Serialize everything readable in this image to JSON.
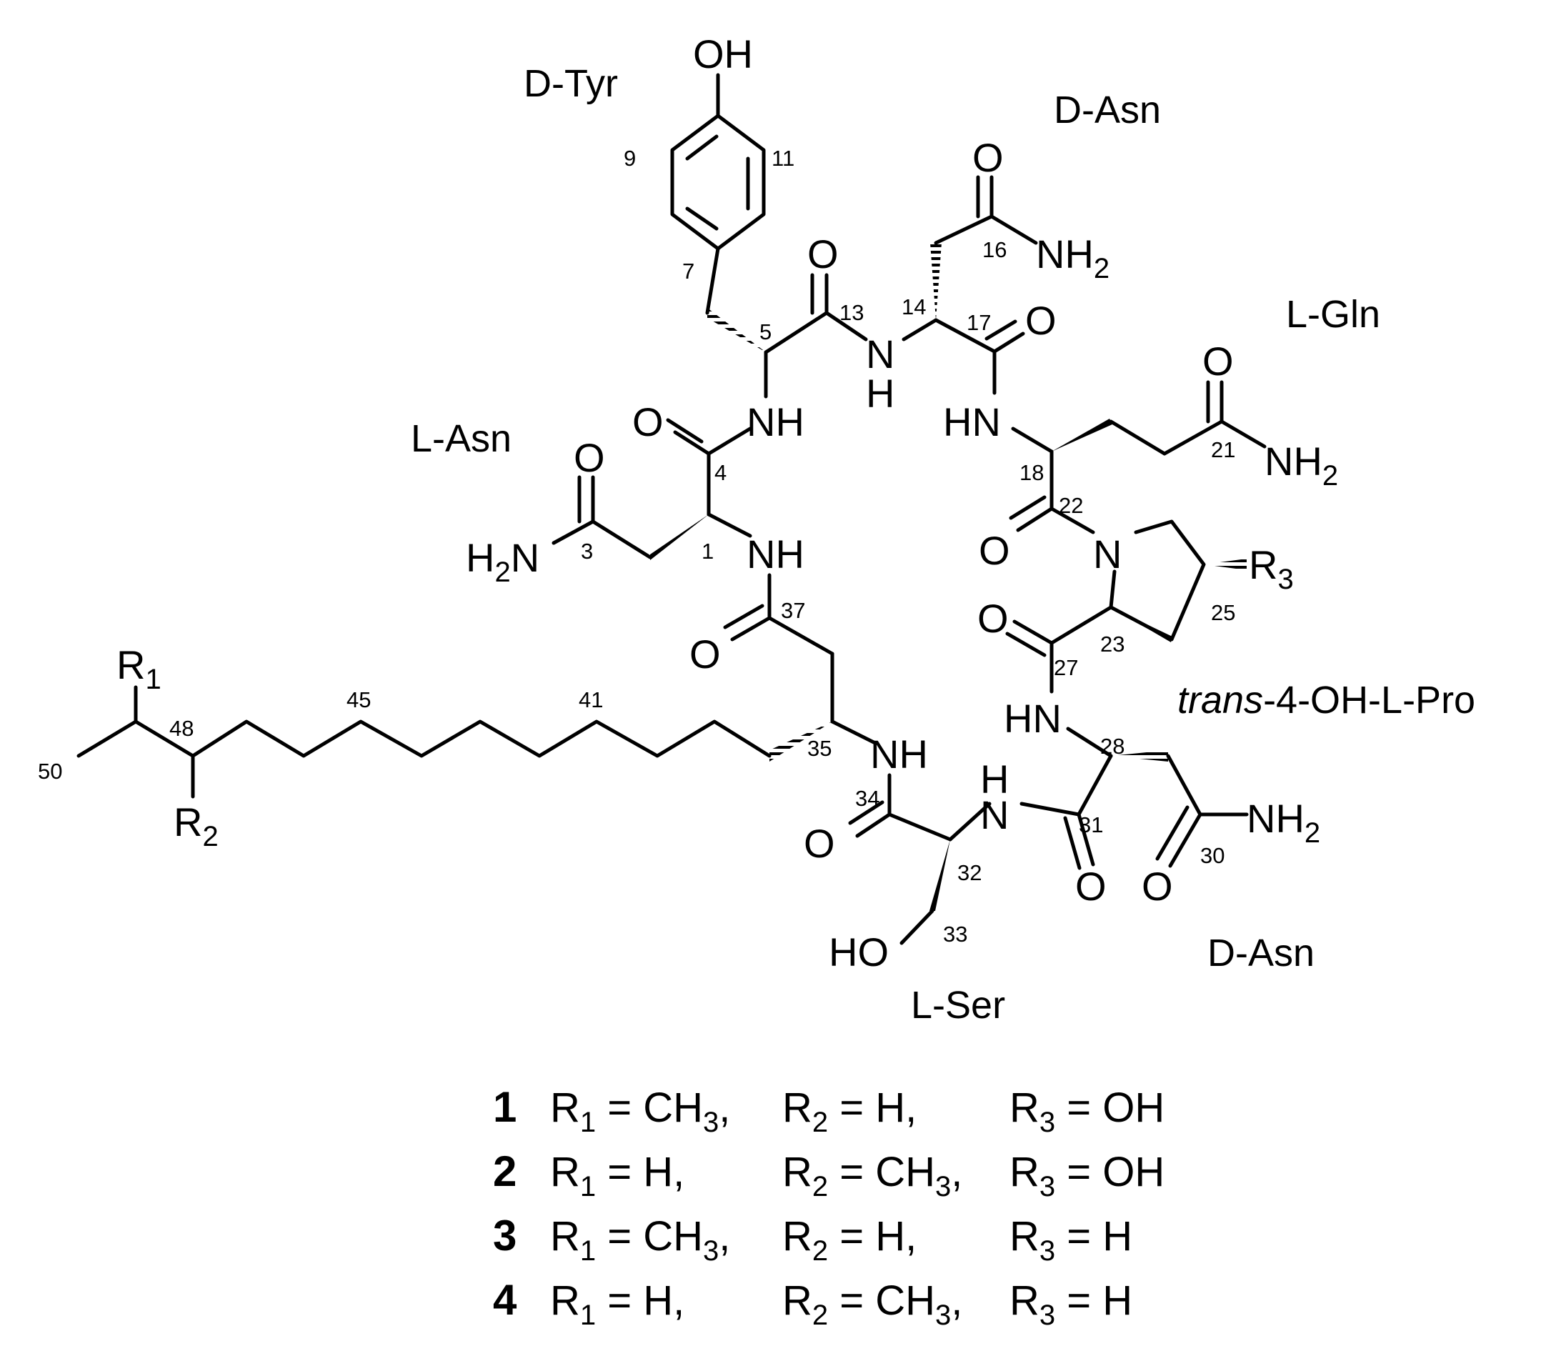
{
  "residues": {
    "d_tyr": "D-Tyr",
    "d_asn_top": "D-Asn",
    "l_gln": "L-Gln",
    "l_asn": "L-Asn",
    "trans_hyp_italic": "trans",
    "trans_hyp_rest": "-4-OH-L-Pro",
    "d_asn_bottom": "D-Asn",
    "l_ser": "L-Ser"
  },
  "atoms": {
    "oh_top": "OH",
    "nh2_16": "NH",
    "nh2_16_sub": "2",
    "nh2_21": "NH",
    "nh2_21_sub": "2",
    "h2n_3": "H",
    "h2n_3_sub": "2",
    "h2n_3_n": "N",
    "nh2_30": "NH",
    "nh2_30_sub": "2",
    "o_13": "O",
    "o_16": "O",
    "o_17": "O",
    "o_21": "O",
    "o_4": "O",
    "o_3": "O",
    "o_22": "O",
    "o_27": "O",
    "o_37": "O",
    "o_34": "O",
    "o_31": "O",
    "o_30": "O",
    "nh_14": "N",
    "nh_14_h": "H",
    "nh_5": "NH",
    "hn_18": "HN",
    "nh_1": "NH",
    "n_pro": "N",
    "hn_28": "HN",
    "nh_35": "NH",
    "n_32": "N",
    "n_32_h": "H",
    "ho_33": "HO",
    "r1": "R",
    "r1_sub": "1",
    "r2": "R",
    "r2_sub": "2",
    "r3": "R",
    "r3_sub": "3"
  },
  "locants": [
    "9",
    "11",
    "7",
    "5",
    "13",
    "14",
    "16",
    "17",
    "18",
    "21",
    "22",
    "4",
    "3",
    "1",
    "37",
    "23",
    "25",
    "27",
    "28",
    "35",
    "34",
    "32",
    "31",
    "30",
    "33",
    "45",
    "41",
    "48",
    "50"
  ],
  "compounds": [
    {
      "id": "1",
      "r1": "R",
      "r1_sub": "1",
      "r1_eq": " = CH",
      "r1_eq_sub": "3",
      "r1_tail": ",",
      "r2": "R",
      "r2_sub": "2",
      "r2_eq": " = H,",
      "r2_eq_sub": "",
      "r2_tail": "",
      "r3": "R",
      "r3_sub": "3",
      "r3_eq": " = OH"
    },
    {
      "id": "2",
      "r1": "R",
      "r1_sub": "1",
      "r1_eq": " = H,",
      "r1_eq_sub": "",
      "r1_tail": "",
      "r2": "R",
      "r2_sub": "2",
      "r2_eq": " = CH",
      "r2_eq_sub": "3",
      "r2_tail": ",",
      "r3": "R",
      "r3_sub": "3",
      "r3_eq": " = OH"
    },
    {
      "id": "3",
      "r1": "R",
      "r1_sub": "1",
      "r1_eq": " = CH",
      "r1_eq_sub": "3",
      "r1_tail": ",",
      "r2": "R",
      "r2_sub": "2",
      "r2_eq": " = H,",
      "r2_eq_sub": "",
      "r2_tail": "",
      "r3": "R",
      "r3_sub": "3",
      "r3_eq": " = H"
    },
    {
      "id": "4",
      "r1": "R",
      "r1_sub": "1",
      "r1_eq": " = H,",
      "r1_eq_sub": "",
      "r1_tail": "",
      "r2": "R",
      "r2_sub": "2",
      "r2_eq": " = CH",
      "r2_eq_sub": "3",
      "r2_tail": ",",
      "r3": "R",
      "r3_sub": "3",
      "r3_eq": " = H"
    }
  ]
}
